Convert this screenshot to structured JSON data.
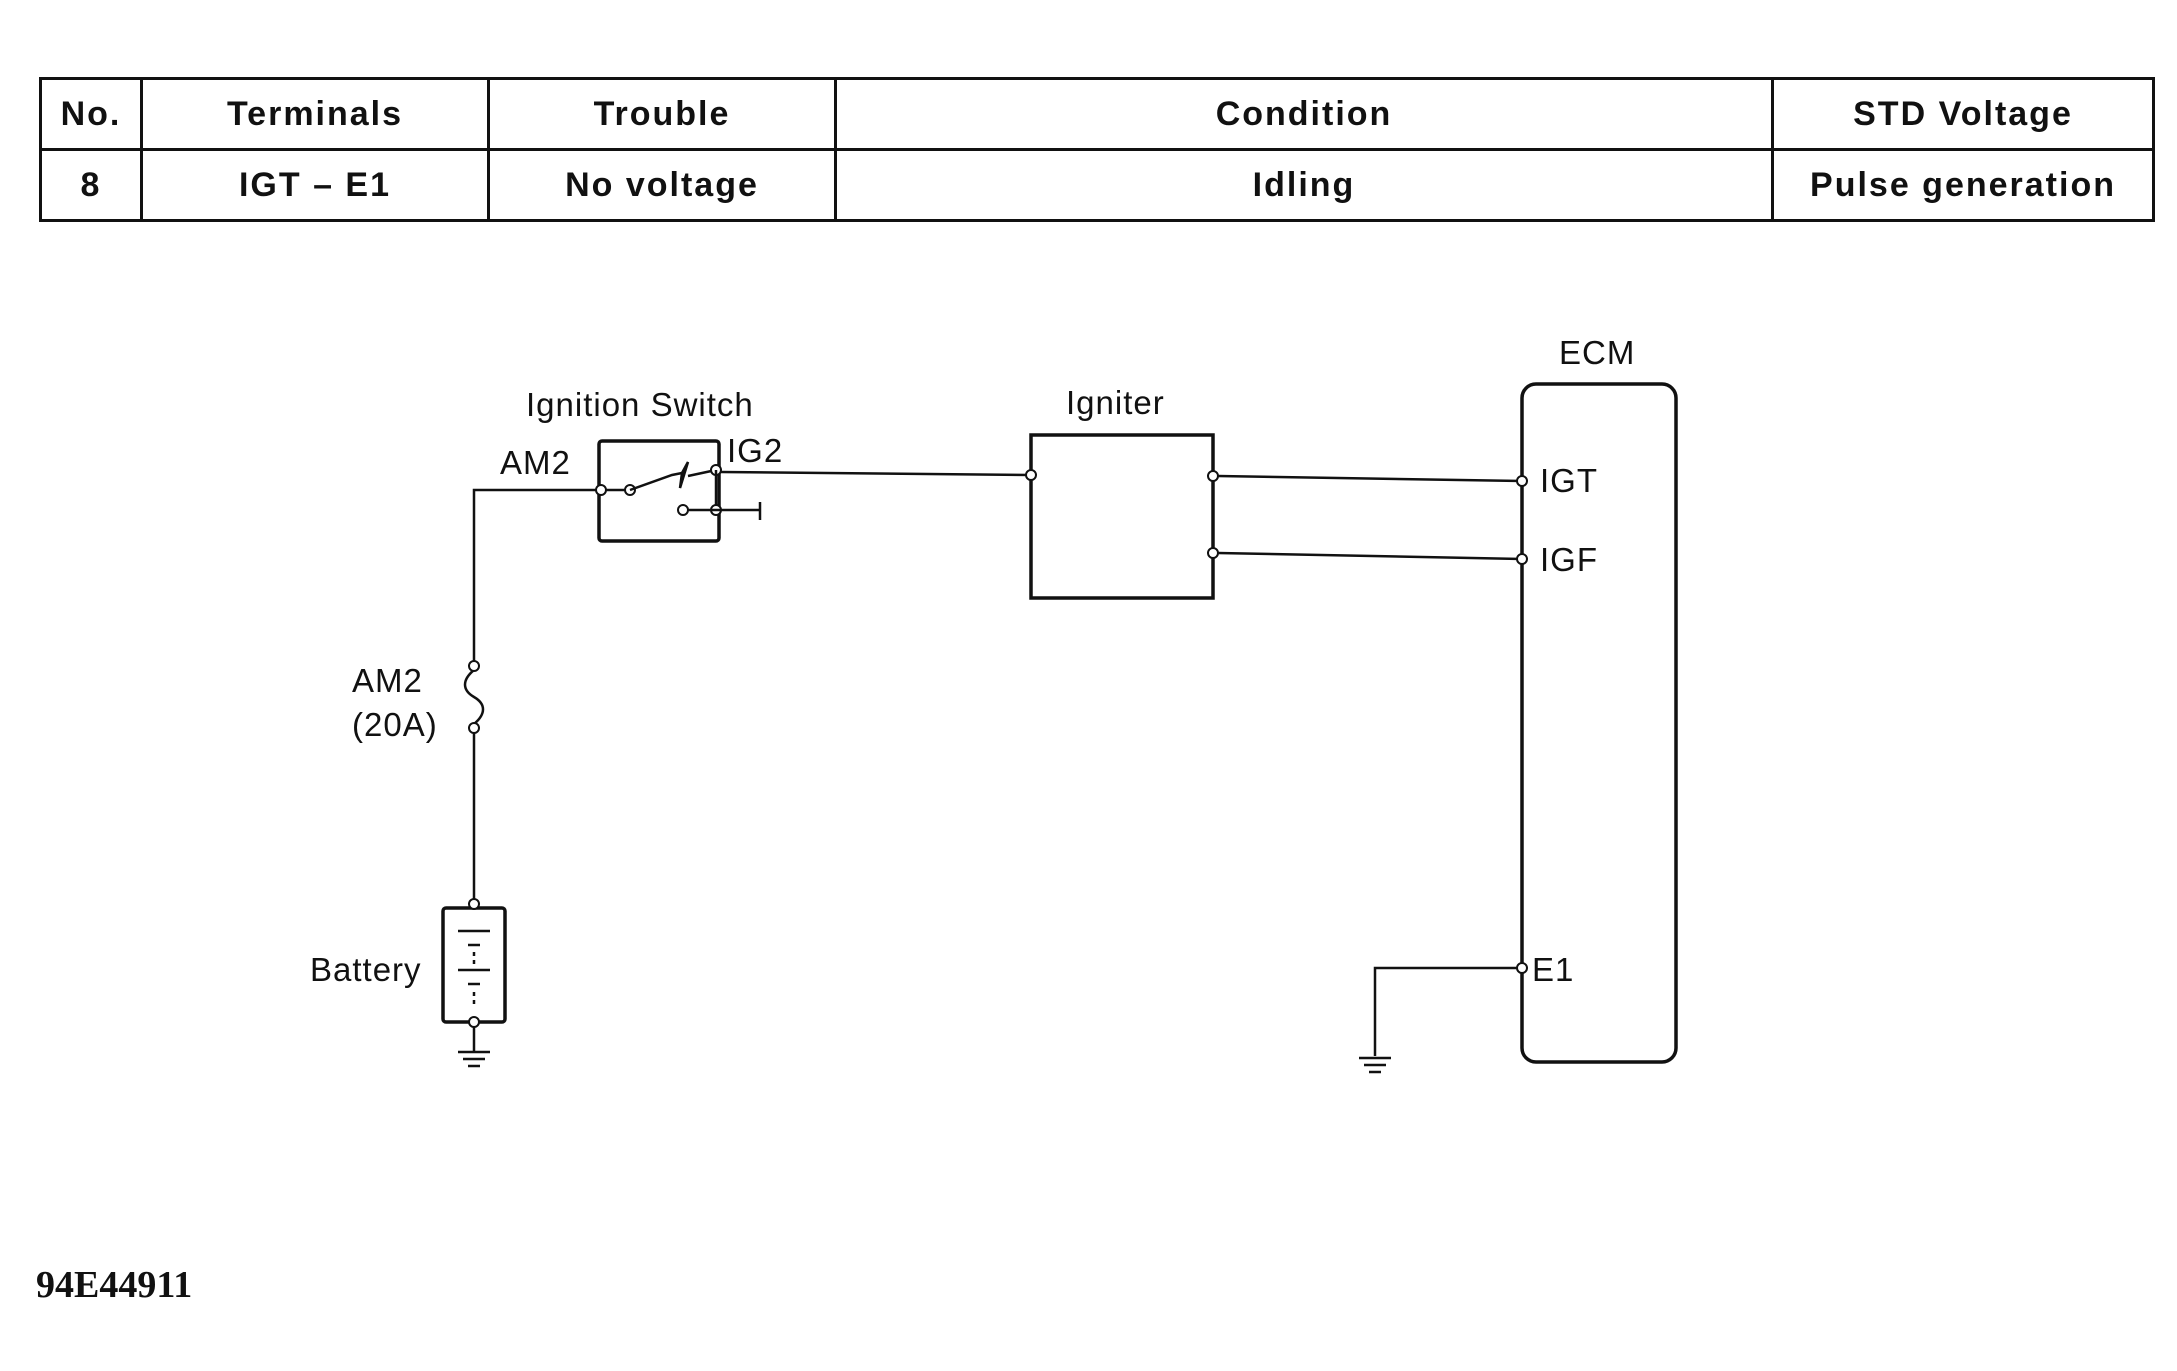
{
  "table": {
    "headers": [
      "No.",
      "Terminals",
      "Trouble",
      "Condition",
      "STD Voltage"
    ],
    "rows": [
      [
        "8",
        "IGT – E1",
        "No voltage",
        "Idling",
        "Pulse generation"
      ]
    ]
  },
  "diagram": {
    "components": {
      "ignition_switch": "Ignition Switch",
      "igniter": "Igniter",
      "ecm": "ECM",
      "battery": "Battery",
      "fuse_name": "AM2",
      "fuse_rating": "(20A)"
    },
    "terminals": {
      "am2": "AM2",
      "ig2": "IG2",
      "igt": "IGT",
      "igf": "IGF",
      "e1": "E1"
    }
  },
  "figure_id": "94E44911"
}
